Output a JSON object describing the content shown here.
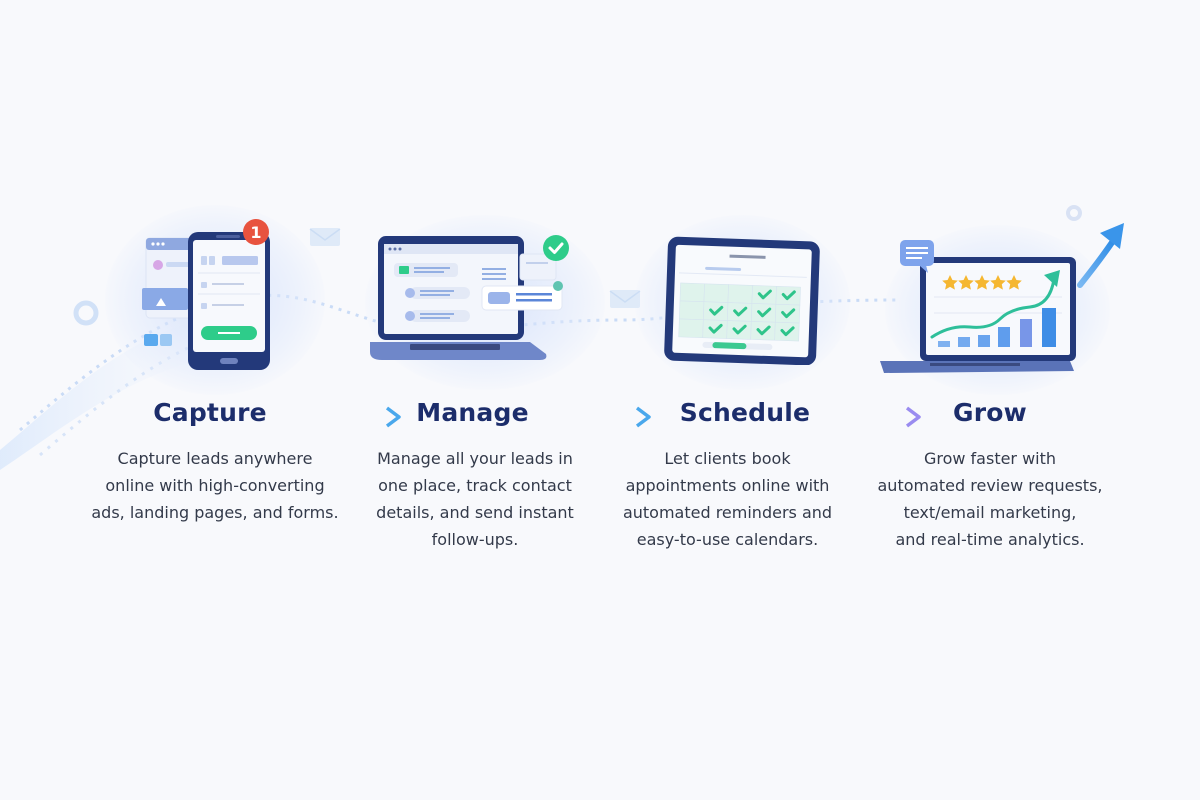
{
  "steps": [
    {
      "id": "capture",
      "title": "Capture",
      "description_lines": [
        "Capture leads anywhere",
        "online with high-converting",
        "ads, landing pages, and forms."
      ],
      "illustration": "smartphone-with-form",
      "badge": "1",
      "button_color": "#2ecc8a"
    },
    {
      "id": "manage",
      "title": "Manage",
      "description_lines": [
        "Manage all your leads in",
        "one place, track contact",
        "details, and send instant",
        "follow-ups."
      ],
      "illustration": "laptop-with-contact-list",
      "badge_icon": "check-icon"
    },
    {
      "id": "schedule",
      "title": "Schedule",
      "description_lines": [
        "Let clients book",
        "appointments online with",
        "automated reminders and",
        "easy-to-use calendars."
      ],
      "illustration": "tablet-with-calendar"
    },
    {
      "id": "grow",
      "title": "Grow",
      "description_lines": [
        "Grow faster with",
        "automated review requests,",
        "text/email marketing,",
        "and real-time analytics."
      ],
      "illustration": "laptop-with-growth-chart",
      "stars": 5
    }
  ],
  "arrows": [
    {
      "from": "capture",
      "to": "manage",
      "color": "#4aa8ec"
    },
    {
      "from": "manage",
      "to": "schedule",
      "color": "#4aa8ec"
    },
    {
      "from": "schedule",
      "to": "grow",
      "color": "#9a8cf0"
    }
  ],
  "colors": {
    "title": "#1c2d6b",
    "body_text": "#333a4a",
    "device_frame": "#23397a",
    "accent_green": "#2ecc8a",
    "accent_blue": "#4aa8ec",
    "badge_red": "#e8533f",
    "star": "#f5b731",
    "background": "#f8f9fc"
  }
}
